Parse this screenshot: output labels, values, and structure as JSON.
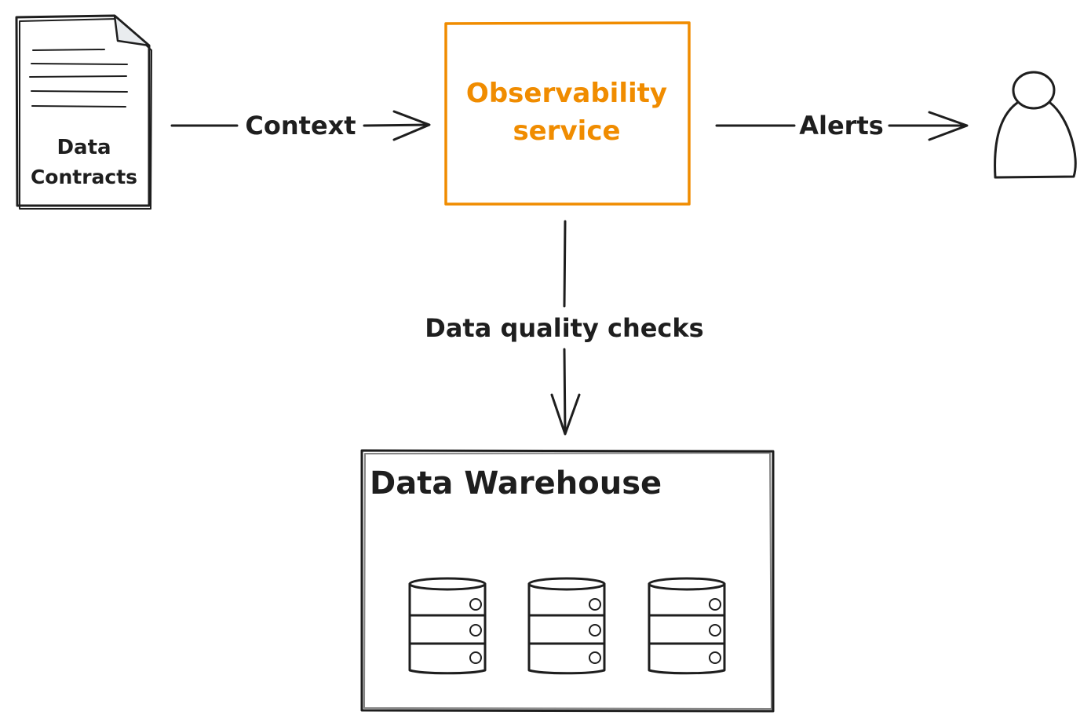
{
  "nodes": {
    "contracts": {
      "line1": "Data",
      "line2": "Contracts"
    },
    "service": {
      "line1": "Observability",
      "line2": "service"
    },
    "warehouse": {
      "title": "Data Warehouse"
    }
  },
  "edges": {
    "context": "Context",
    "alerts": "Alerts",
    "checks": "Data quality checks"
  },
  "icons": {
    "document": "document-icon",
    "user": "user-icon",
    "database": "database-icon"
  },
  "colors": {
    "accent": "#f08c00",
    "ink": "#1e1e1e",
    "paper_fold": "#e9ecef"
  }
}
